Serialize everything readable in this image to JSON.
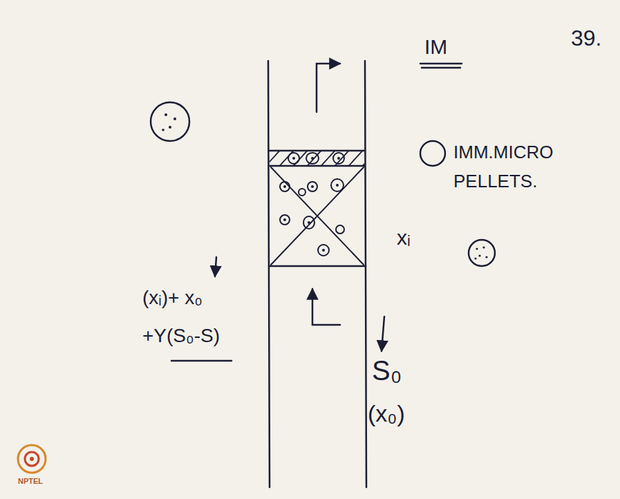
{
  "diagram": {
    "labels": [
      "39.",
      "IM",
      "IMM.MICRO PELLETS.",
      "xᵢ",
      "(xᵢ)+ x₀ +Y(S₀-S)",
      "S₀",
      "(x₀)",
      "NPTEL"
    ]
  }
}
